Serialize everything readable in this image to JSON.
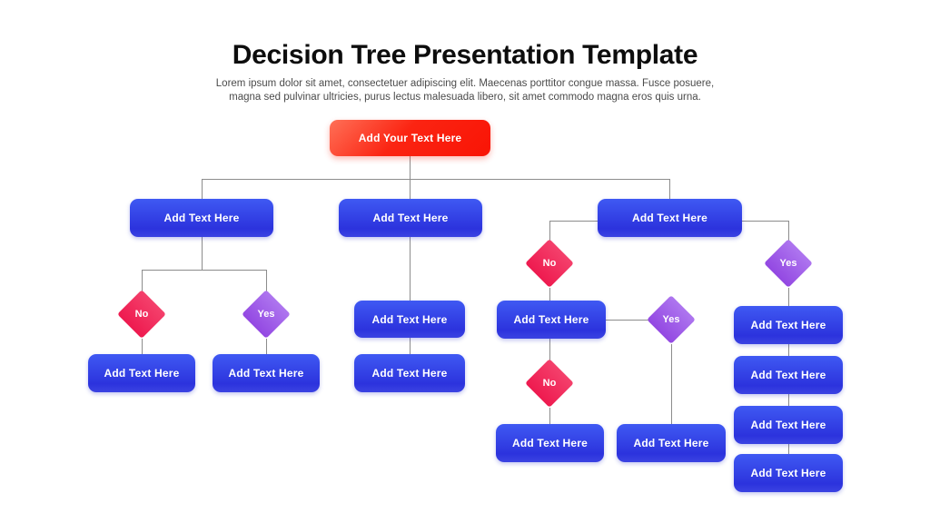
{
  "header": {
    "title": "Decision Tree Presentation Template",
    "subtitle_line1": "Lorem ipsum dolor sit amet, consectetuer adipiscing elit. Maecenas porttitor congue massa. Fusce posuere,",
    "subtitle_line2": "magna sed pulvinar ultricies, purus lectus malesuada libero, sit amet commodo magna eros quis urna."
  },
  "colors": {
    "root_gradient_start": "#FF7057",
    "root_gradient_end": "#F91405",
    "box_gradient_start": "#3F59F3",
    "box_gradient_end": "#2C33DD",
    "no_diamond": "#EE1A4F",
    "yes_diamond": "#9A52E5",
    "connector_line": "#8C8C8C",
    "title_text": "#0D0D0D",
    "subtitle_text": "#4B4B4B"
  },
  "nodes": {
    "root": {
      "label": "Add Your Text Here",
      "type": "root"
    },
    "branch1": {
      "label": "Add Text Here",
      "type": "box"
    },
    "branch2": {
      "label": "Add Text Here",
      "type": "box"
    },
    "branch3": {
      "label": "Add Text Here",
      "type": "box"
    },
    "left_no_result": {
      "label": "Add Text Here",
      "type": "box"
    },
    "left_yes_result": {
      "label": "Add Text Here",
      "type": "box"
    },
    "mid_step1": {
      "label": "Add Text Here",
      "type": "box"
    },
    "mid_step2": {
      "label": "Add Text Here",
      "type": "box"
    },
    "right_step1": {
      "label": "Add Text Here",
      "type": "box"
    },
    "right_no_result": {
      "label": "Add Text Here",
      "type": "box"
    },
    "right_yes_result": {
      "label": "Add Text Here",
      "type": "box"
    },
    "far_right_step1": {
      "label": "Add Text Here",
      "type": "box"
    },
    "far_right_step2": {
      "label": "Add Text Here",
      "type": "box"
    },
    "far_right_step3": {
      "label": "Add Text Here",
      "type": "box"
    },
    "far_right_step4": {
      "label": "Add Text Here",
      "type": "box"
    }
  },
  "decisions": {
    "left_no": {
      "label": "No"
    },
    "left_yes": {
      "label": "Yes"
    },
    "right_no_1": {
      "label": "No"
    },
    "right_no_2": {
      "label": "No"
    },
    "right_yes_mid": {
      "label": "Yes"
    },
    "right_yes_far": {
      "label": "Yes"
    }
  }
}
